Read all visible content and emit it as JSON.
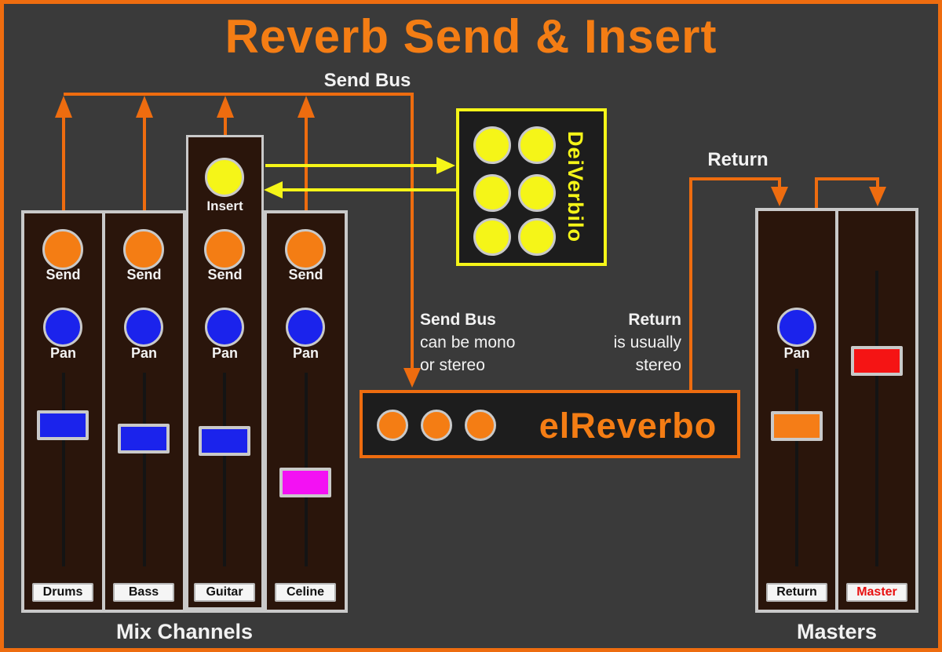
{
  "title": "Reverb Send & Insert",
  "labels": {
    "send_bus": "Send Bus",
    "return": "Return",
    "send": "Send",
    "pan": "Pan",
    "insert": "Insert",
    "mix_caption": "Mix Channels",
    "masters_caption": "Masters"
  },
  "notes": {
    "send_bus": {
      "heading": "Send Bus",
      "line1": "can be mono",
      "line2": "or stereo"
    },
    "return": {
      "heading": "Return",
      "line1": "is usually",
      "line2": "stereo"
    }
  },
  "devices": {
    "insert_fx": {
      "name": "DeiVerbilo",
      "knob_count": 6
    },
    "send_fx": {
      "name": "elReverbo",
      "knob_count": 3
    }
  },
  "mix": {
    "channels": [
      {
        "name": "Drums",
        "fader_color": "#1b23ec"
      },
      {
        "name": "Bass",
        "fader_color": "#1b23ec"
      },
      {
        "name": "Guitar",
        "fader_color": "#1b23ec",
        "has_insert": true
      },
      {
        "name": "Celine",
        "fader_color": "#f311f3"
      }
    ]
  },
  "masters": {
    "channels": [
      {
        "name": "Return",
        "fader_color": "#f57d17",
        "label_color": "#111111"
      },
      {
        "name": "Master",
        "fader_color": "#f51414",
        "label_color": "#e81010"
      }
    ]
  },
  "colors": {
    "bg": "#3a3a3a",
    "frame_orange": "#ee6c0f",
    "line_orange": "#ee6c0f",
    "orange": "#f47d14",
    "yellow": "#f5f518",
    "blue": "#1b23ec",
    "gray": "#c9c9c9",
    "dark_panel": "#1d1d1d",
    "strip_brown": "#2a150b",
    "white_text": "#f2f2f2",
    "plate_bg": "#f5f5f5",
    "track_black": "#141414"
  }
}
